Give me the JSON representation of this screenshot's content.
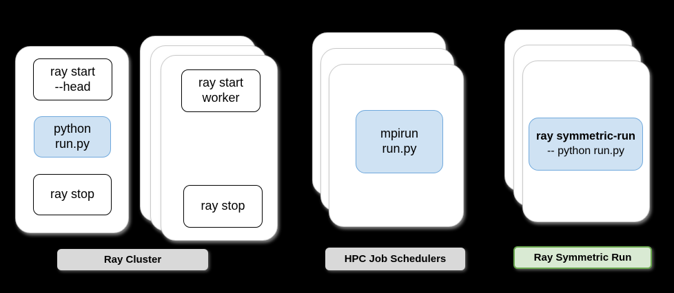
{
  "colors": {
    "background": "#000000",
    "card_fill": "#ffffff",
    "card_edge": "#c9c9c9",
    "box_fill": "#ffffff",
    "box_border": "#000000",
    "highlight_fill": "#cfe2f3",
    "highlight_border": "#6fa8dc",
    "label_gray_fill": "#d9d9d9",
    "label_green_fill": "#d9ead3",
    "label_green_border": "#6aa84f",
    "text": "#000000"
  },
  "groups": [
    {
      "name": "ray-cluster-head-node",
      "kind": "single-card",
      "boxes": [
        {
          "lines": [
            "ray start",
            "--head"
          ],
          "highlight": false
        },
        {
          "lines": [
            "python",
            "run.py"
          ],
          "highlight": true
        },
        {
          "lines": [
            "ray stop"
          ],
          "highlight": false
        }
      ]
    },
    {
      "name": "ray-cluster-worker-nodes",
      "kind": "stacked-cards",
      "boxes": [
        {
          "lines": [
            "ray start",
            "worker"
          ],
          "highlight": false
        },
        {
          "lines": [
            "ray stop"
          ],
          "highlight": false
        }
      ]
    },
    {
      "name": "hpc-job-scheduler-nodes",
      "kind": "stacked-cards",
      "boxes": [
        {
          "lines": [
            "mpirun",
            "run.py"
          ],
          "highlight": true
        }
      ]
    },
    {
      "name": "ray-symmetric-run-nodes",
      "kind": "stacked-cards",
      "boxes": [
        {
          "lines": [
            "ray symmetric-run",
            "-- python run.py"
          ],
          "highlight": true,
          "first_line_bold": true
        }
      ]
    }
  ],
  "labels": [
    {
      "text": "Ray Cluster",
      "variant": "gray"
    },
    {
      "text": "HPC Job Schedulers",
      "variant": "gray"
    },
    {
      "text": "Ray Symmetric Run",
      "variant": "green"
    }
  ]
}
